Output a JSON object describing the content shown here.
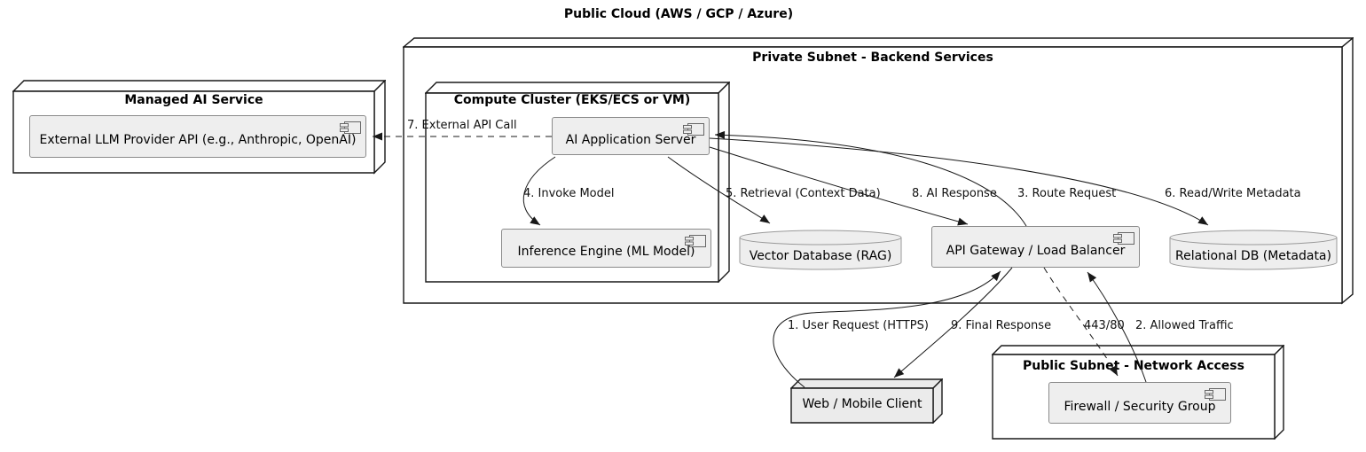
{
  "diagram": {
    "title": "Public Cloud (AWS / GCP / Azure)"
  },
  "nodes": {
    "private_subnet": {
      "title": "Private Subnet - Backend Services"
    },
    "managed_ai": {
      "title": "Managed AI Service"
    },
    "compute_cluster": {
      "title": "Compute Cluster (EKS/ECS or VM)"
    },
    "public_subnet": {
      "title": "Public Subnet - Network Access"
    },
    "web_client": {
      "label": "Web / Mobile Client"
    }
  },
  "components": {
    "llm_api": {
      "label": "External LLM Provider API (e.g., Anthropic, OpenAI)"
    },
    "ai_app_server": {
      "label": "AI Application Server"
    },
    "inference_engine": {
      "label": "Inference Engine (ML Model)"
    },
    "api_gateway": {
      "label": "API Gateway / Load Balancer"
    },
    "firewall": {
      "label": "Firewall / Security Group"
    }
  },
  "databases": {
    "vector_db": {
      "label": "Vector Database (RAG)"
    },
    "relational_db": {
      "label": "Relational DB (Metadata)"
    }
  },
  "edges": [
    {
      "label": "1. User Request (HTTPS)",
      "from": "Web / Mobile Client",
      "to": "API Gateway / Load Balancer",
      "style": "solid"
    },
    {
      "label": "2. Allowed Traffic",
      "from": "Firewall / Security Group",
      "to": "API Gateway / Load Balancer",
      "style": "solid"
    },
    {
      "label": "3. Route Request",
      "from": "API Gateway / Load Balancer",
      "to": "AI Application Server",
      "style": "solid"
    },
    {
      "label": "4. Invoke Model",
      "from": "AI Application Server",
      "to": "Inference Engine (ML Model)",
      "style": "solid"
    },
    {
      "label": "5. Retrieval (Context Data)",
      "from": "AI Application Server",
      "to": "Vector Database (RAG)",
      "style": "solid"
    },
    {
      "label": "6. Read/Write Metadata",
      "from": "AI Application Server",
      "to": "Relational DB (Metadata)",
      "style": "solid"
    },
    {
      "label": "7. External API Call",
      "from": "AI Application Server",
      "to": "External LLM Provider API (e.g., Anthropic, OpenAI)",
      "style": "dashed"
    },
    {
      "label": "8. AI Response",
      "from": "AI Application Server",
      "to": "API Gateway / Load Balancer",
      "style": "solid"
    },
    {
      "label": "9. Final Response",
      "from": "API Gateway / Load Balancer",
      "to": "Web / Mobile Client",
      "style": "solid"
    },
    {
      "label": "443/80",
      "from": "API Gateway / Load Balancer",
      "to": "Firewall / Security Group",
      "style": "dashed"
    }
  ],
  "colors": {
    "background": "#ffffff",
    "node_fill": "#ffffff",
    "node_border": "#181818",
    "client_node_fill": "#ebebeb",
    "component_fill": "#eeeeee",
    "component_border": "#8a8a8a",
    "database_border": "#999999",
    "edge": "#181818",
    "text": "#000000"
  }
}
